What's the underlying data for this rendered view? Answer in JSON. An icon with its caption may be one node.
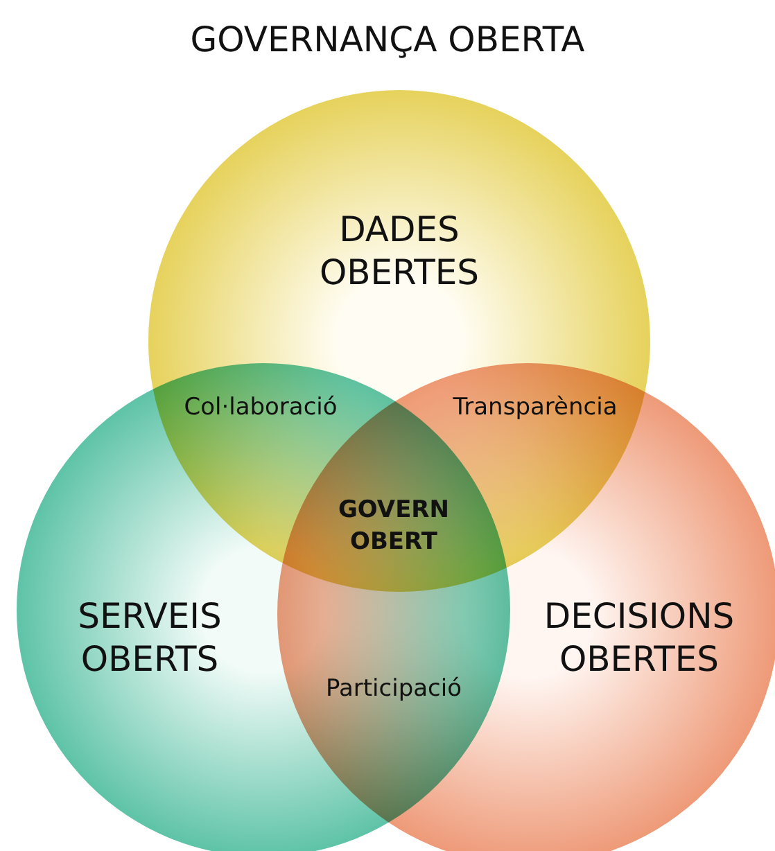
{
  "diagram": {
    "title": "GOVERNANÇA OBERTA",
    "nodes": [
      {
        "text": [
          "DADES OBERTES"
        ]
      },
      {
        "text": [
          "SERVEIS OBERTS"
        ]
      },
      {
        "text": [
          "DECISIONS OBERTES"
        ]
      }
    ],
    "labels": [
      "Col·laboració",
      "Transparència",
      "GOVERN OBERT",
      "Participació"
    ]
  }
}
